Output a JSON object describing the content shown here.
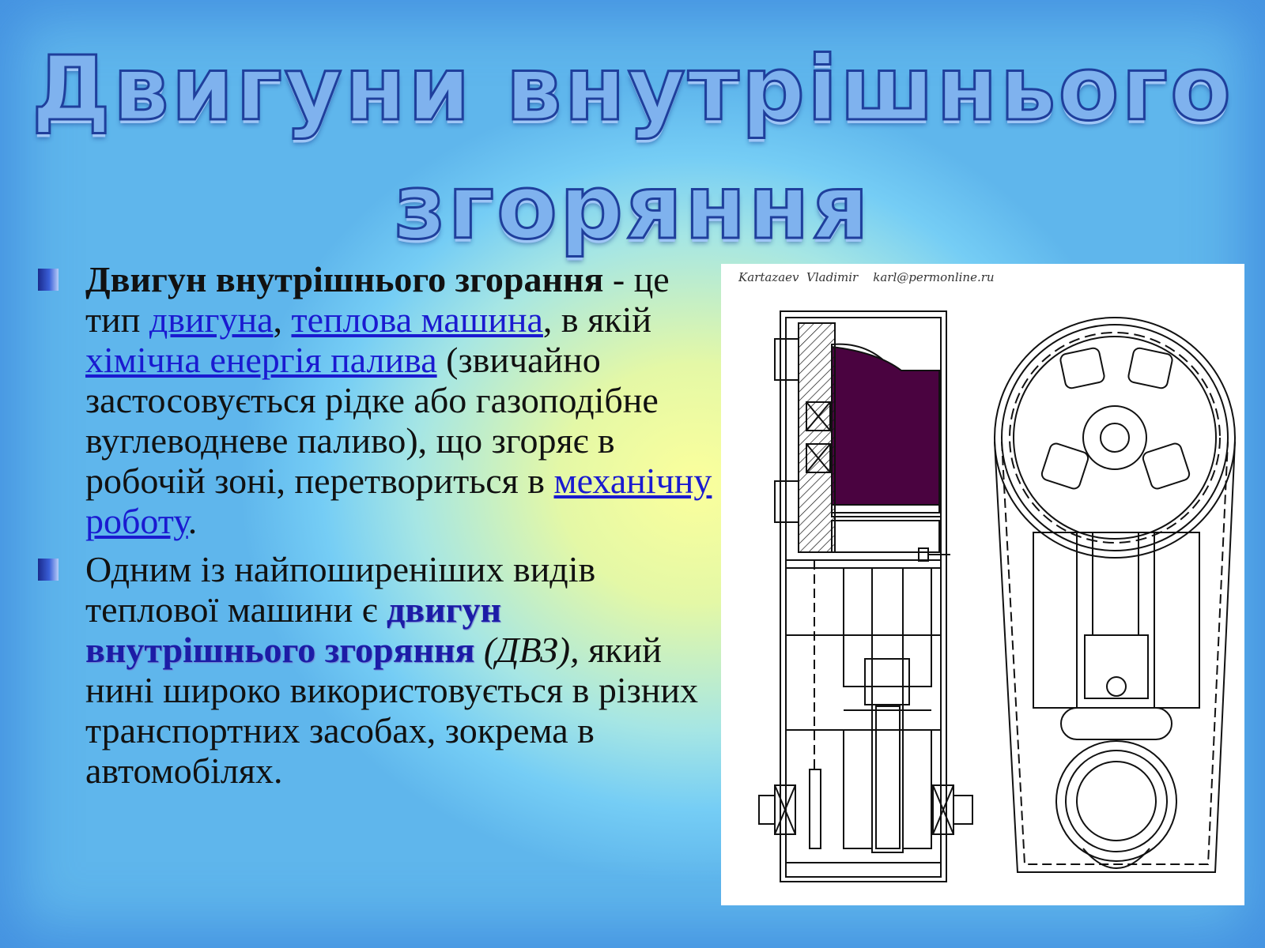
{
  "title": {
    "line1": "Двигуни внутрішнього",
    "line2": "згоряння"
  },
  "bullet1": {
    "term": "Двигун внутрішнього згорання",
    "t1": " - це тип ",
    "link1": "двигуна",
    "t2": ", ",
    "link2": "теплова машина",
    "t3": ", в якій ",
    "link3": "хімічна енергія палива",
    "t4": " (звичайно застосовується рідке або газоподібне вуглеводневе паливо), що згоряє в робочій зоні, перетвориться в ",
    "link4": "механічну роботу",
    "t5": "."
  },
  "bullet2": {
    "t1": "Одним із найпоширеніших видів теплової машини є ",
    "highlight": "двигун внутрішнього згоряння",
    "abbr": " (ДВЗ),",
    "t2": " який нині широко використовується в різних транспортних засобах, зокрема в автомобілях."
  },
  "figure": {
    "credit": "Kartazaev  Vladimir    karl@permonline.ru",
    "piston_head_color": "#4a0340"
  }
}
